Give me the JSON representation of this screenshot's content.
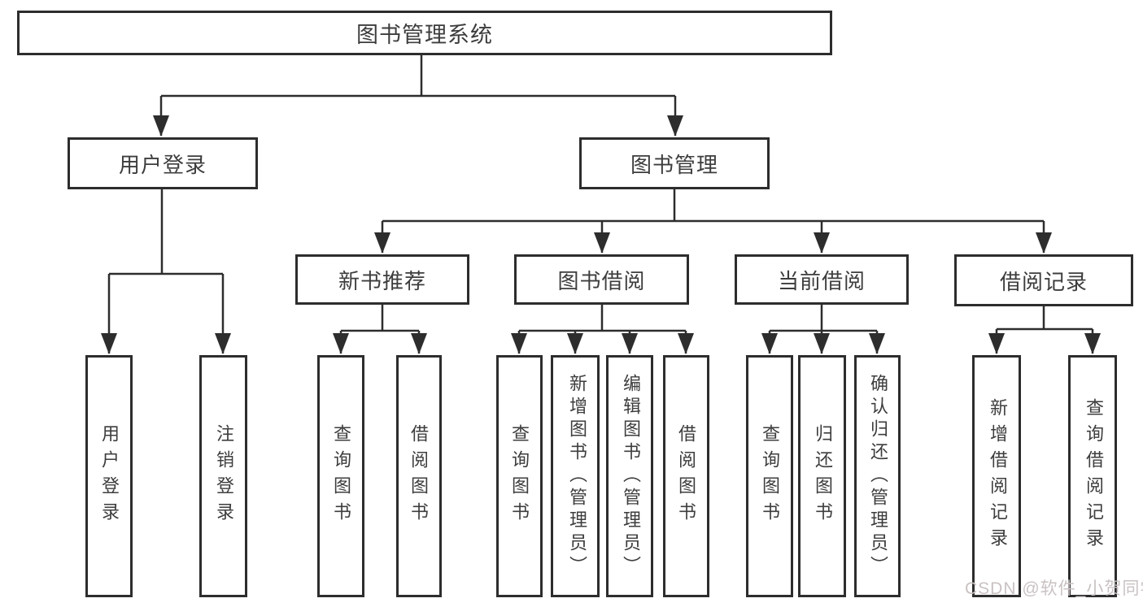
{
  "tree": {
    "root": "图书管理系统",
    "branches": [
      {
        "label": "用户登录",
        "children": [
          {
            "label": "用户登录"
          },
          {
            "label": "注销登录"
          }
        ]
      },
      {
        "label": "图书管理",
        "sections": [
          {
            "label": "新书推荐",
            "children": [
              {
                "label": "查询图书"
              },
              {
                "label": "借阅图书"
              }
            ]
          },
          {
            "label": "图书借阅",
            "children": [
              {
                "label": "查询图书"
              },
              {
                "label": "新增图书（管理员）"
              },
              {
                "label": "编辑图书（管理员）"
              },
              {
                "label": "借阅图书"
              }
            ]
          },
          {
            "label": "当前借阅",
            "children": [
              {
                "label": "查询图书"
              },
              {
                "label": "归还图书"
              },
              {
                "label": "确认归还（管理员）"
              }
            ]
          },
          {
            "label": "借阅记录",
            "children": [
              {
                "label": "新增借阅记录"
              },
              {
                "label": "查询借阅记录"
              }
            ]
          }
        ]
      }
    ]
  },
  "watermark": "CSDN @软件_小贺同学",
  "colors": {
    "line": "#2d2d2d",
    "text": "#3d3d3d",
    "watermark": "#cac2c2",
    "background": "#ffffff"
  }
}
